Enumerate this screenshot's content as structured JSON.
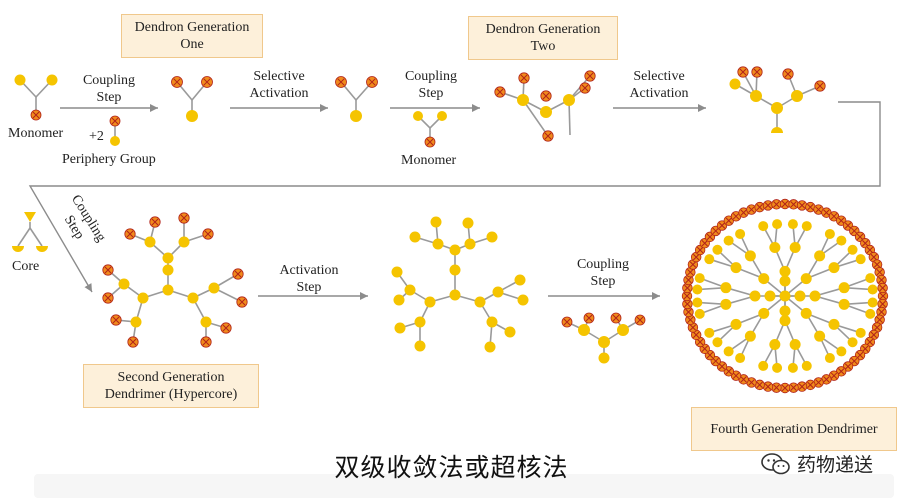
{
  "title": "双级收敛法或超核法",
  "watermark": "药物递送",
  "boxes": {
    "gen1": "Dendron Generation One",
    "gen2": "Dendron Generation Two",
    "second": "Second Generation Dendrimer (Hypercore)",
    "fourth": "Fourth Generation Dendrimer"
  },
  "labels": {
    "monomer1": "Monomer",
    "plus2": "+2",
    "periphery": "Periphery Group",
    "coupling1": "Coupling Step",
    "selective1": "Selective Activation",
    "coupling2": "Coupling Step",
    "monomer2": "Monomer",
    "selective2": "Selective Activation",
    "core": "Core",
    "coupling3": "Coupling Step",
    "activation": "Activation Step",
    "coupling4": "Coupling Step"
  },
  "colors": {
    "node": "#f5c400",
    "periphery": "#f08a1c",
    "periphery_mark": "#b0221a",
    "bond": "#9a9a9a",
    "arrow": "#8c8c8c",
    "box_fill": "#fdf0da",
    "box_border": "#f0c88c"
  }
}
